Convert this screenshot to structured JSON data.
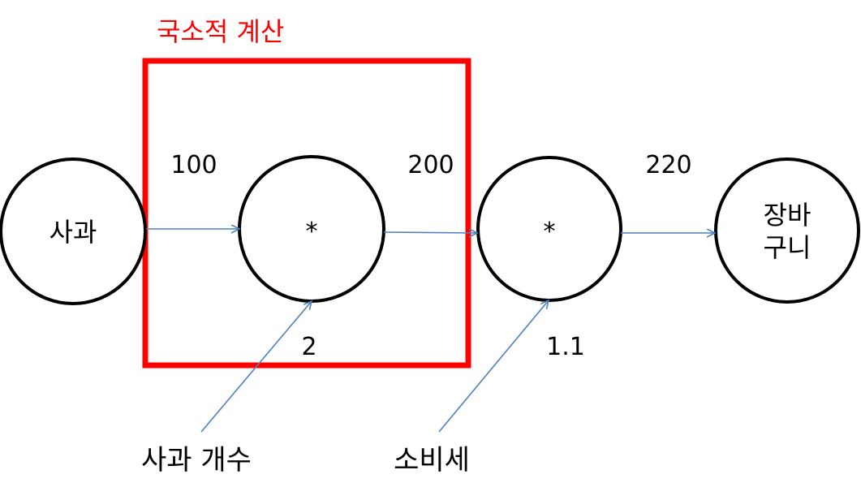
{
  "title": "국소적 계산",
  "nodes": {
    "apple": "사과",
    "multiply_1": "*",
    "multiply_2": "*",
    "basket_line1": "장바",
    "basket_line2": "구니"
  },
  "edge_values": {
    "apple_to_mul1": "100",
    "mul1_to_mul2": "200",
    "mul2_to_basket": "220",
    "apple_count_value": "2",
    "tax_value": "1.1"
  },
  "inputs": {
    "apple_count": "사과 개수",
    "tax": "소비세"
  },
  "colors": {
    "highlight_box": "#ff0000",
    "title": "#ff0000",
    "arrow": "#4f81bd",
    "node_stroke": "#000000"
  }
}
